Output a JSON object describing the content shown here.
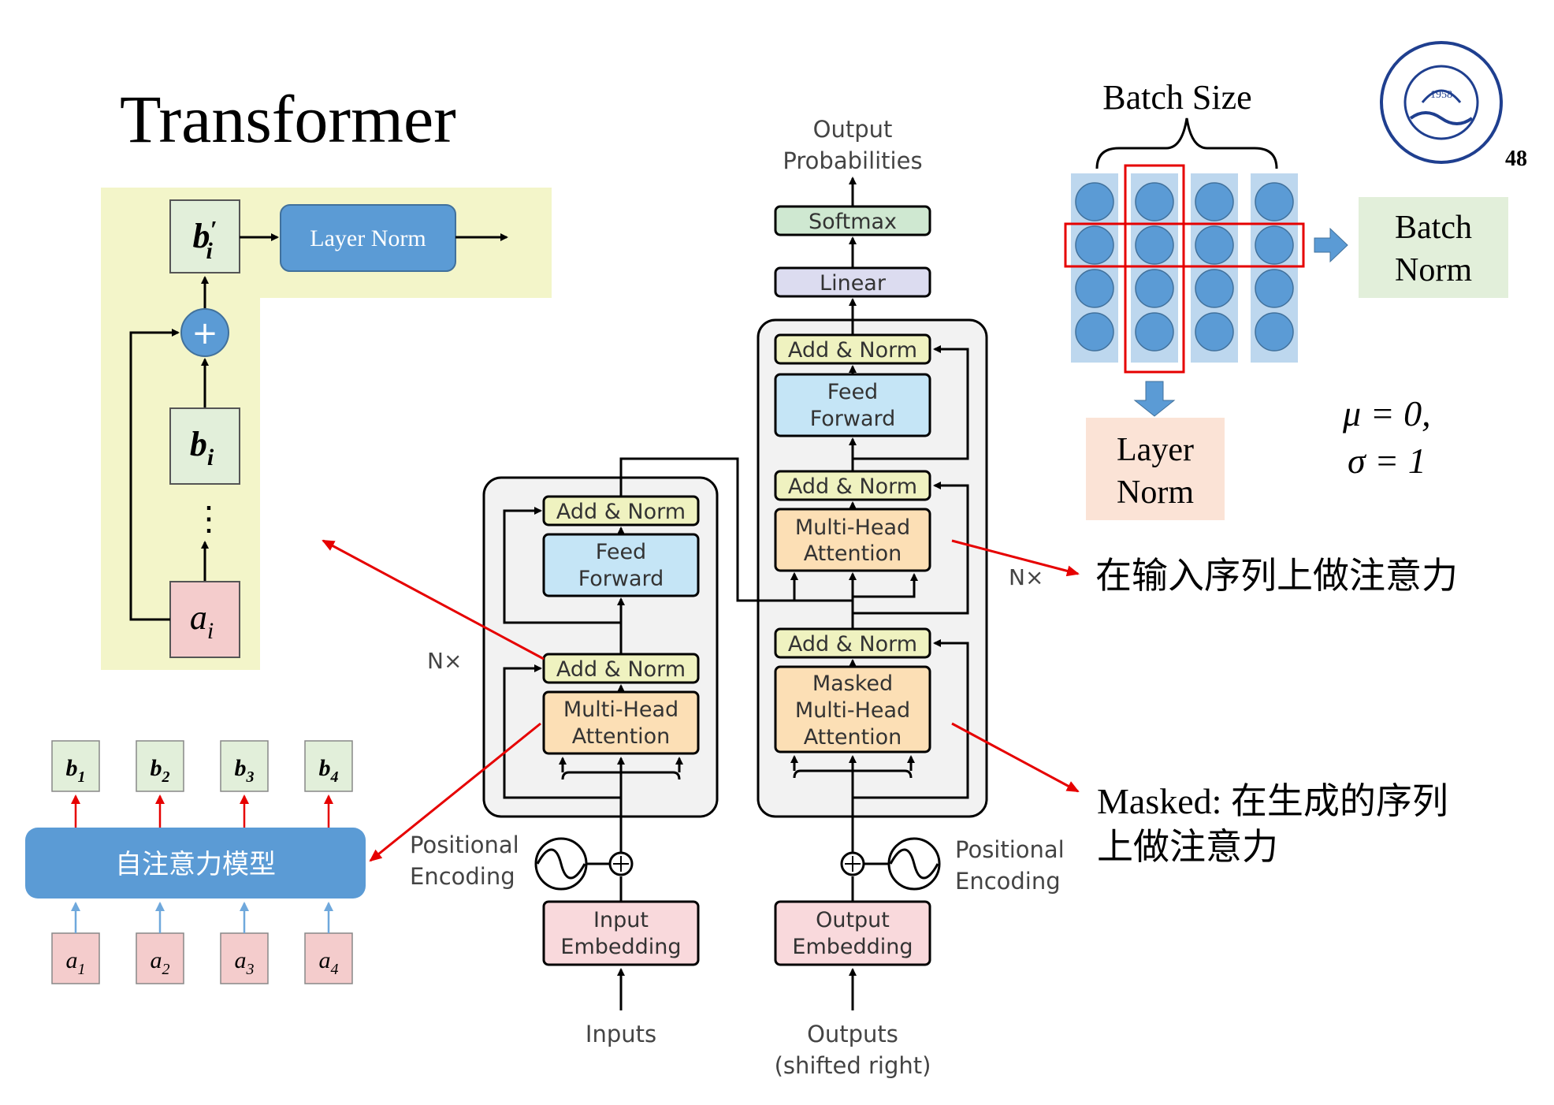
{
  "slide": {
    "title": "Transformer",
    "page_number": "48"
  },
  "residual": {
    "layer_norm_label": "Layer Norm",
    "b_prime": "b",
    "b_prime_prime": "′",
    "b_prime_sub": "i",
    "b": "b",
    "b_sub": "i",
    "a": "a",
    "a_sub": "i",
    "plus": "+",
    "dots": "⋮"
  },
  "self_attention": {
    "model_label": "自注意力模型",
    "outputs": [
      {
        "letter": "b",
        "sub": "1"
      },
      {
        "letter": "b",
        "sub": "2"
      },
      {
        "letter": "b",
        "sub": "3"
      },
      {
        "letter": "b",
        "sub": "4"
      }
    ],
    "inputs": [
      {
        "letter": "a",
        "sub": "1"
      },
      {
        "letter": "a",
        "sub": "2"
      },
      {
        "letter": "a",
        "sub": "3"
      },
      {
        "letter": "a",
        "sub": "4"
      }
    ]
  },
  "transformer": {
    "output_probabilities_1": "Output",
    "output_probabilities_2": "Probabilities",
    "softmax": "Softmax",
    "linear": "Linear",
    "add_norm": "Add & Norm",
    "feed_1": "Feed",
    "feed_2": "Forward",
    "mha_1": "Multi-Head",
    "mha_2": "Attention",
    "masked_1": "Masked",
    "masked_2": "Multi-Head",
    "masked_3": "Attention",
    "nx": "N×",
    "pos_enc_1": "Positional",
    "pos_enc_2": "Encoding",
    "input_emb_1": "Input",
    "input_emb_2": "Embedding",
    "output_emb_1": "Output",
    "output_emb_2": "Embedding",
    "inputs": "Inputs",
    "outputs_1": "Outputs",
    "outputs_2": "(shifted right)"
  },
  "norm_panel": {
    "batch_size": "Batch Size",
    "batch_norm_1": "Batch",
    "batch_norm_2": "Norm",
    "layer_norm_1": "Layer",
    "layer_norm_2": "Norm",
    "mu": "μ = 0,",
    "sigma": "σ = 1"
  },
  "annotations": {
    "cross_attention": "在输入序列上做注意力",
    "masked_1": "Masked: 在生成的序列",
    "masked_2": "上做注意力"
  },
  "colors": {
    "blue_box": "#5b9bd5",
    "green_box": "#e2efda",
    "pink_box": "#f4cccc",
    "yellow_panel": "#f3f5c9",
    "arrow_red": "#e60000",
    "arrow_blue": "#6fa8dc",
    "ff_blue": "#c5e5f6",
    "mha_orange": "#fcdfb5",
    "addnorm_yellow": "#eff2c0",
    "softmax_green": "#cfe8d1",
    "linear_lavender": "#dcdcf0",
    "emb_pink": "#f9d9dc",
    "block_gray": "#f2f2f2",
    "layer_norm_bg": "#fbe3d6",
    "batch_norm_bg": "#e2efda",
    "column_bg": "#bdd7ee",
    "circle_fill": "#5b9bd5"
  }
}
